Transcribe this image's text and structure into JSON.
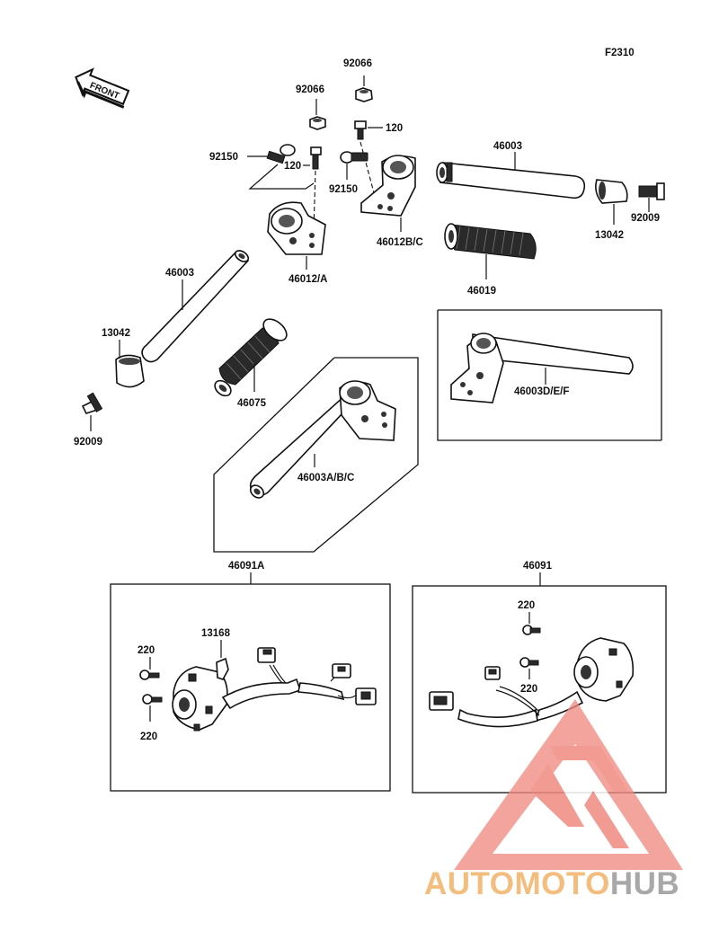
{
  "diagram": {
    "figure_code": "F2310",
    "front_label": "FRONT",
    "parts": {
      "p92066_top": "92066",
      "p92066_mid": "92066",
      "p120_right": "120",
      "p120_left": "120",
      "p92150_left": "92150",
      "p92150_right": "92150",
      "p46003_top": "46003",
      "p13042_right": "13042",
      "p92009_right": "92009",
      "p46012BC": "46012B/C",
      "p46012A": "46012/A",
      "p46019": "46019",
      "p46003_left": "46003",
      "p13042_left": "13042",
      "p92009_left": "92009",
      "p46075": "46075",
      "p46003DEF": "46003D/E/F",
      "p46003ABC": "46003A/B/C",
      "p46091A": "46091A",
      "p46091": "46091",
      "p13168": "13168",
      "p220_a": "220",
      "p220_b": "220",
      "p220_c": "220",
      "p220_d": "220"
    }
  },
  "watermark": {
    "brand_part1": "AUTOMOTO",
    "brand_part2": "HUB",
    "colors": {
      "orange": "#f2b267",
      "red": "#ef8a80",
      "grey": "#9a9a9a"
    }
  }
}
